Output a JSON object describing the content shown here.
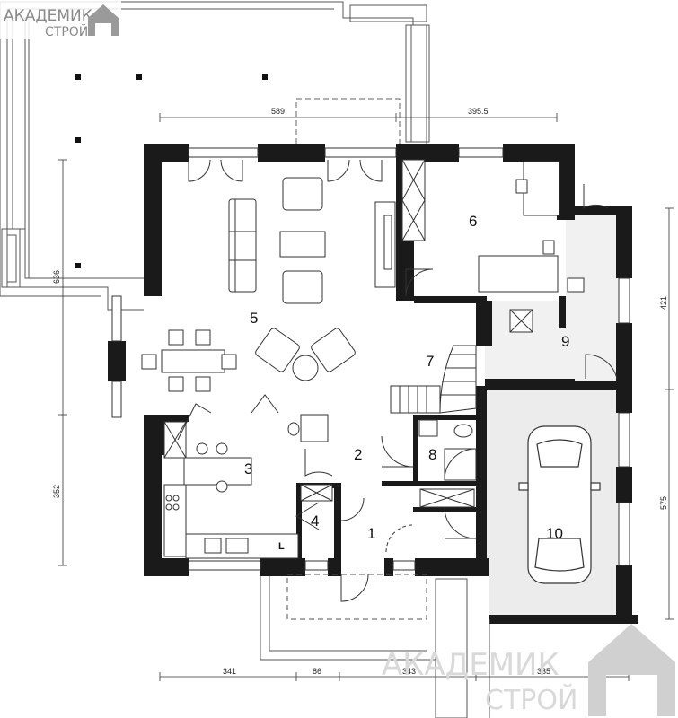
{
  "brand": {
    "logo_top_line1": "АКАДЕМИК",
    "logo_top_line2": "СТРОЙ",
    "watermark_line1": "АКАДЕМИК",
    "watermark_line2": "СТРОЙ"
  },
  "rooms": {
    "r1": "1",
    "r2": "2",
    "r3": "3",
    "r4": "4",
    "r5": "5",
    "r6": "6",
    "r7": "7",
    "r8": "8",
    "r9": "9",
    "r10": "10"
  },
  "fixtures": {
    "kitchen_L": "L"
  },
  "dimensions": {
    "top_left": "589",
    "top_right": "395.5",
    "left_upper": "636",
    "left_lower": "352",
    "right_upper": "421",
    "right_lower": "575",
    "bottom_1": "341",
    "bottom_2": "86",
    "bottom_3": "343",
    "bottom_4": "335"
  },
  "colors": {
    "wall": "#1a1a1a",
    "line": "#333333",
    "garage_fill": "#ececec",
    "watermark": "#d9d9d9"
  }
}
